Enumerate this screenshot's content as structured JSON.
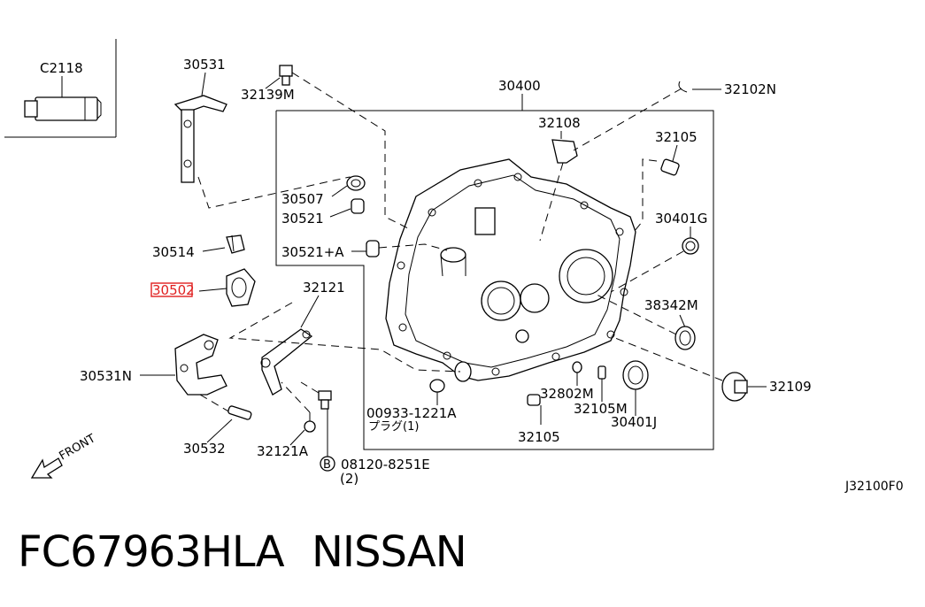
{
  "labels": {
    "c2118": "C2118",
    "p30531": "30531",
    "p32139m": "32139M",
    "p30400": "30400",
    "p32102n": "32102N",
    "p32108": "32108",
    "p32105_top": "32105",
    "p30507": "30507",
    "p30521": "30521",
    "p30521a": "30521+A",
    "p30401g": "30401G",
    "p30514": "30514",
    "p30502": "30502",
    "p32121": "32121",
    "p38342m": "38342M",
    "p30531n": "30531N",
    "p32109": "32109",
    "p32802m": "32802M",
    "p00933": "00933-1221A",
    "p00933_sub": "プラグ(1)",
    "p32105m": "32105M",
    "p30401j": "30401J",
    "p32105_bottom": "32105",
    "p30532": "30532",
    "p32121a": "32121A",
    "p08120_mark": "B",
    "p08120": "08120-8251E",
    "p08120_qty": "(2)",
    "front": "FRONT"
  },
  "diagram_code": "J32100F0",
  "footer": {
    "part_number": "FC67963HLA",
    "brand": "NISSAN"
  },
  "colors": {
    "ink": "#000000",
    "highlight": "#e02020",
    "background": "#ffffff"
  }
}
